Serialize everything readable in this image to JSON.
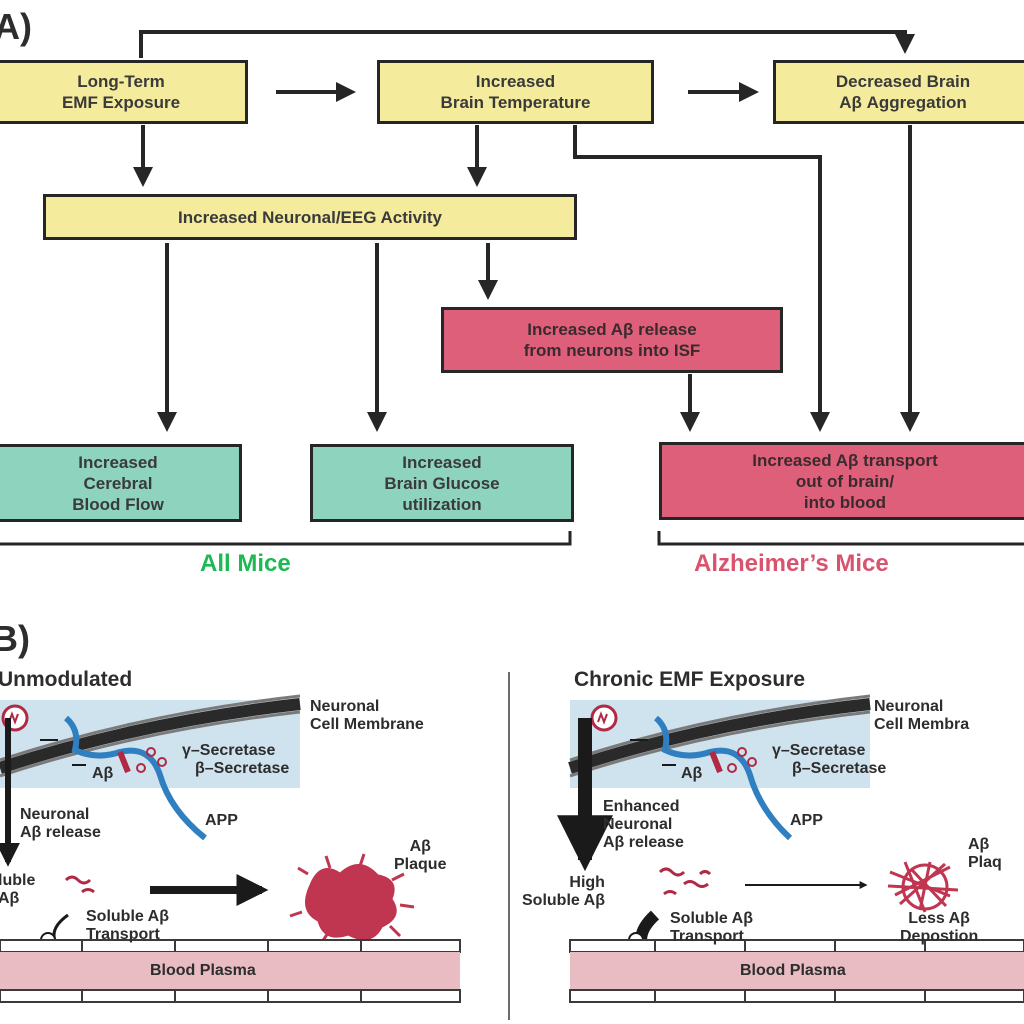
{
  "sections": {
    "a": "A)",
    "b": "B)"
  },
  "flow": {
    "long_term": "Long-Term\nEMF Exposure",
    "temperature": "Increased\nBrain Temperature",
    "aggregation": "Decreased Brain\nAβ Aggregation",
    "neuronal": "Increased Neuronal/EEG Activity",
    "release": "Increased Aβ release\nfrom neurons into ISF",
    "blood_flow": "Increased\nCerebral\nBlood Flow",
    "glucose": "Increased\nBrain Glucose\nutilization",
    "transport": "Increased Aβ transport\nout of brain/\ninto blood"
  },
  "groups": {
    "all": "All Mice",
    "alz": "Alzheimer’s Mice",
    "all_color": "#1db954",
    "alz_color": "#d9536f"
  },
  "panels": {
    "left": {
      "title": "Unmodulated",
      "membrane": "Neuronal\nCell Membrane",
      "gamma": "γ–Secretase",
      "beta": "β–Secretase",
      "abeta": "Aβ",
      "app": "APP",
      "release": "Neuronal\nAβ release",
      "soluble": "luble\nAβ",
      "plaque": "Aβ\nPlaque",
      "transport": "Soluble Aβ\nTransport",
      "plasma": "Blood Plasma"
    },
    "right": {
      "title": "Chronic EMF Exposure",
      "membrane": "Neuronal\nCell Membra",
      "gamma": "γ–Secretase",
      "beta": "β–Secretase",
      "abeta": "Aβ",
      "app": "APP",
      "release": "Enhanced\nNeuronal\nAβ release",
      "soluble": "High\nSoluble Aβ",
      "plaque": "Aβ\nPlaq",
      "transport": "Soluble Aβ\nTransport",
      "deposition": "Less Aβ\nDepostion",
      "plasma": "Blood Plasma"
    }
  },
  "colors": {
    "yellow": "#f4ec9c",
    "red_box": "#de5f7a",
    "teal_box": "#8dd3be",
    "plaque": "#c0354f",
    "app": "#2f7fc1",
    "plasma": "#e8bcc2"
  }
}
